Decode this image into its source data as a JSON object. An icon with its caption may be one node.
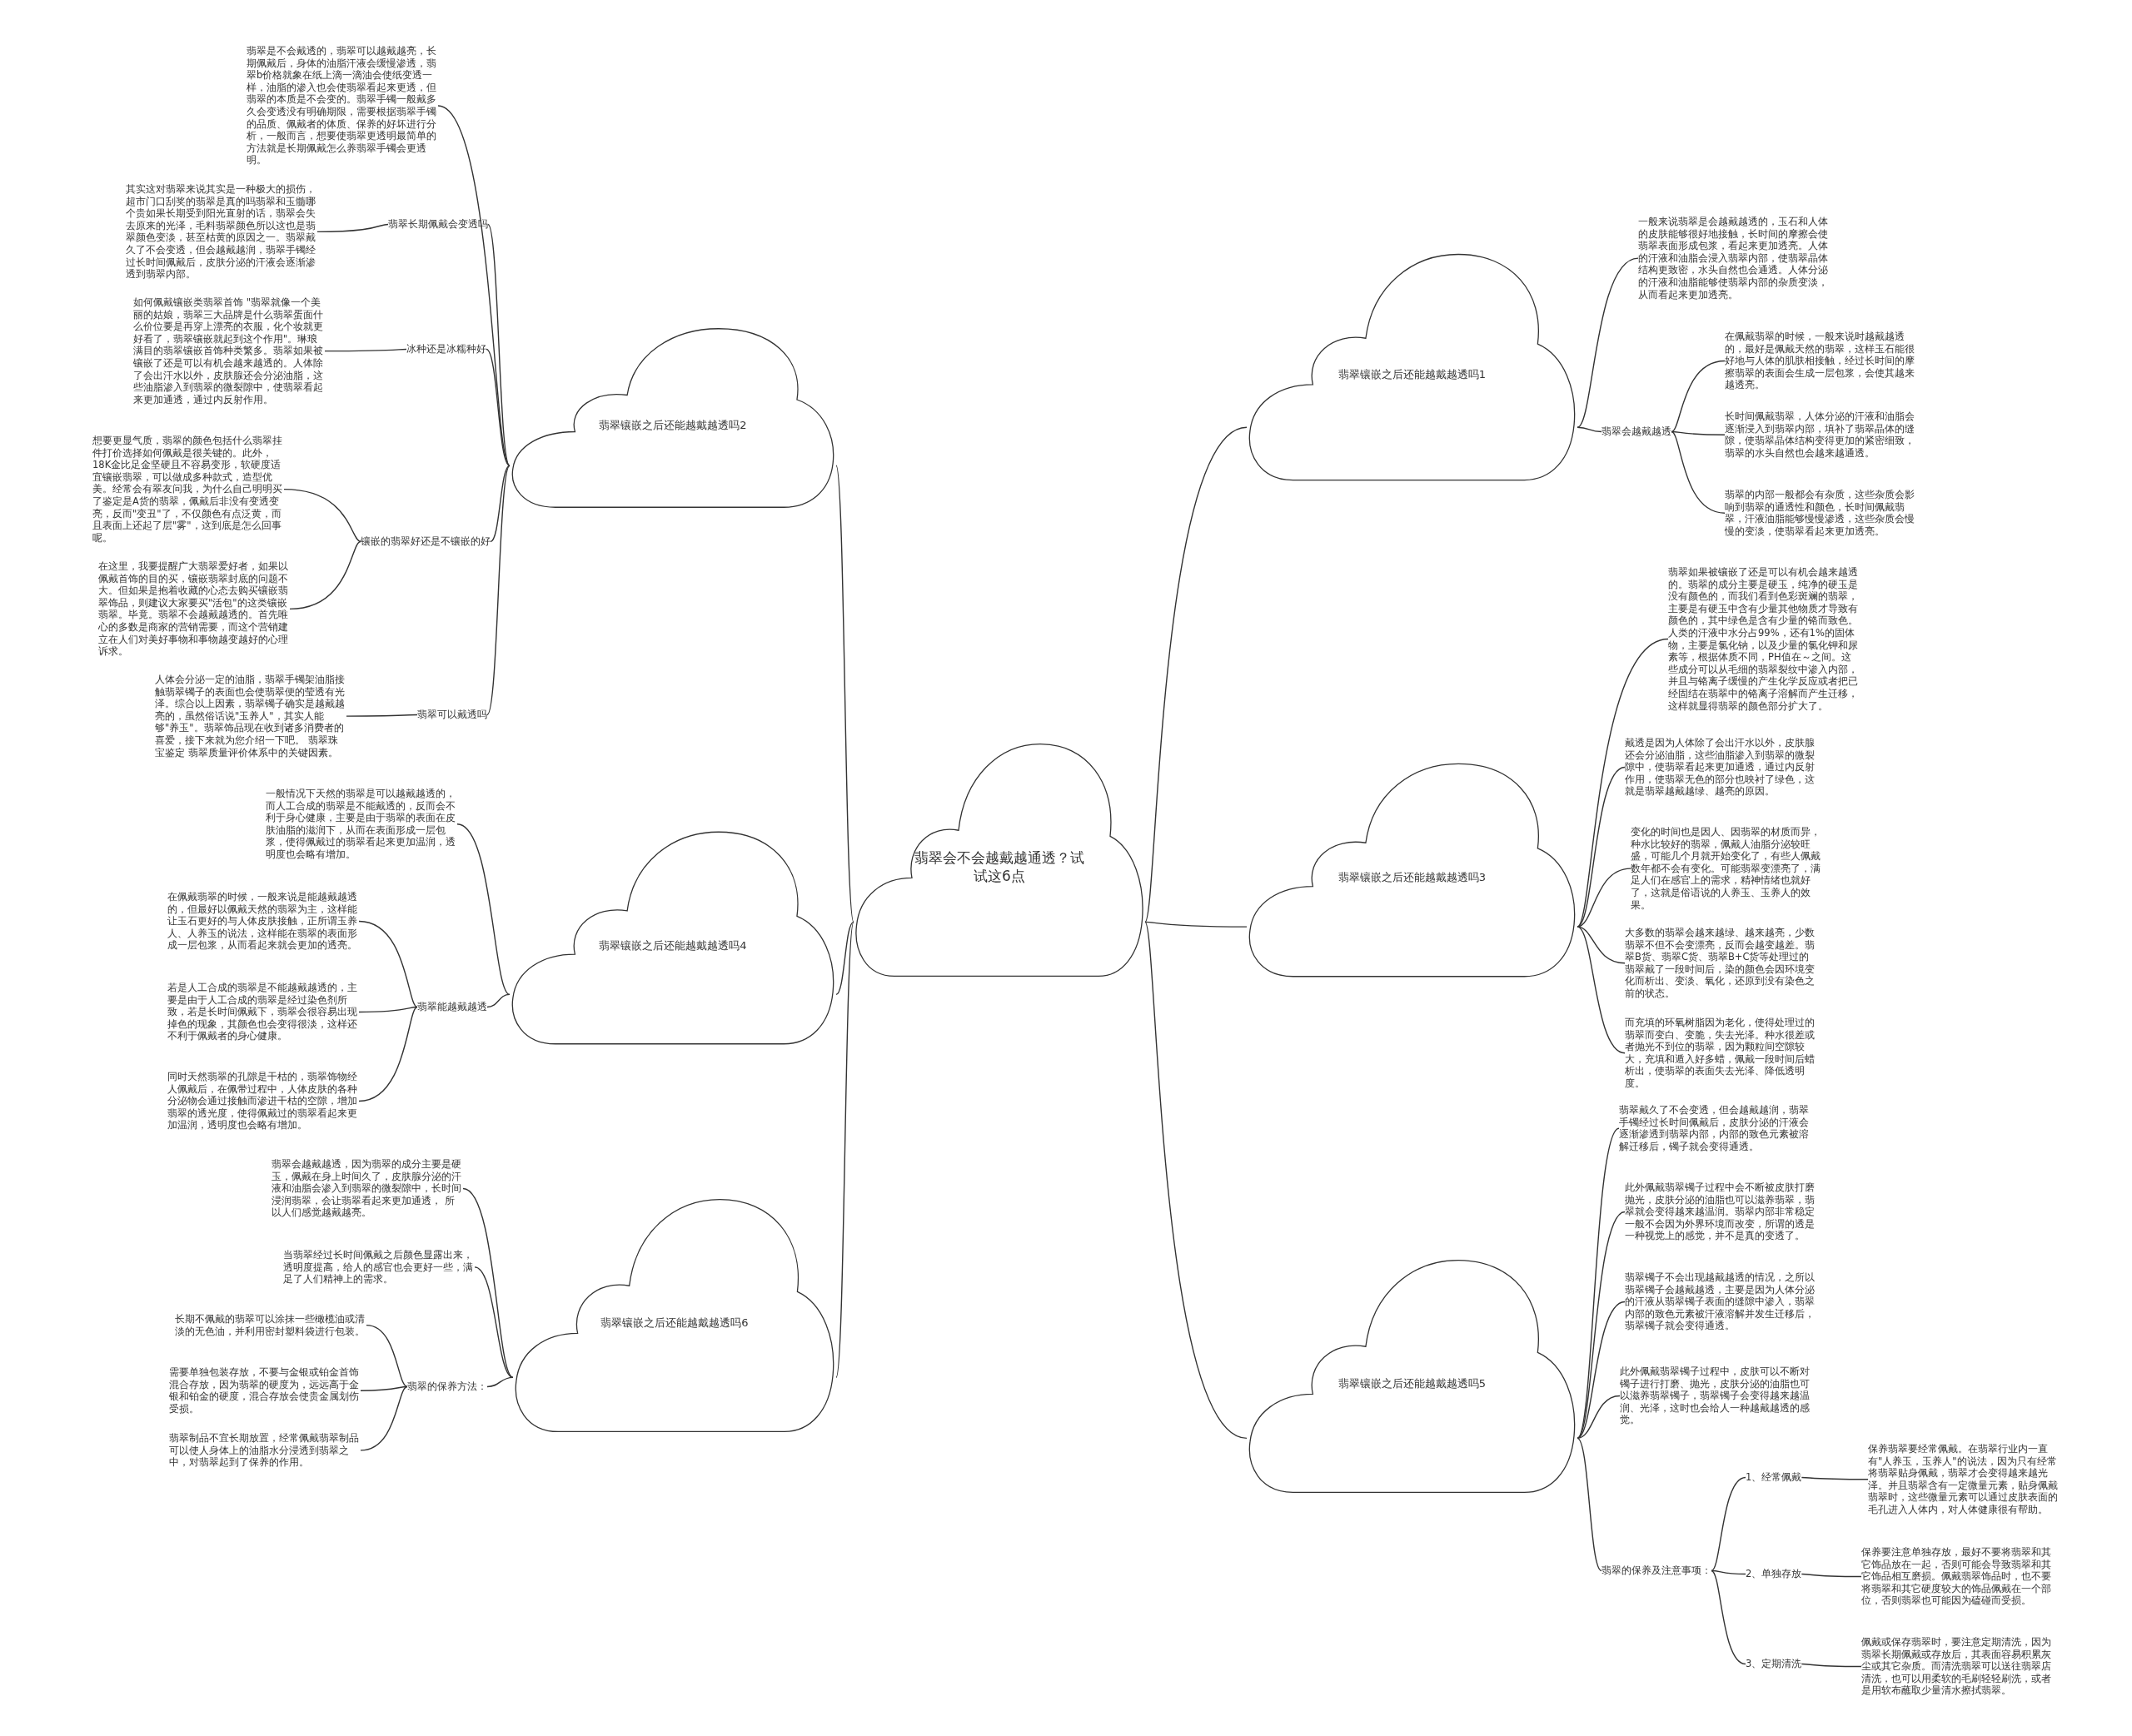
{
  "diagram": {
    "nodes": [
      {
        "text": [
          "翡翠会不会越戴越通透？试试这6点"
        ]
      },
      {
        "text": [
          "翡翠镶嵌之后还能越戴越透吗1"
        ]
      },
      {
        "text": [
          "一般来说翡翠是会越戴越透的，玉石和人体的皮肤能够很好地接触，长时间的摩擦会使翡翠表面形成包浆，看起来更加透亮。人体的汗液和油脂会浸入翡翠内部，使翡翠晶体结构更致密，水头自然也会通透。人体分泌的汗液和油脂能够使翡翠内部的杂质变淡，从而看起来更加透亮。"
        ]
      },
      {
        "text": [
          "翡翠会越戴越透"
        ]
      },
      {
        "text": [
          "在佩戴翡翠的时候，一般来说时越戴越透的，最好是佩戴天然的翡翠，这样玉石能很好地与人体的肌肤相接触，经过长时间的摩擦翡翠的表面会生成一层包浆，会使其越来越透亮。"
        ]
      },
      {
        "text": [
          "长时间佩戴翡翠，人体分泌的汗液和油脂会逐渐浸入到翡翠内部，填补了翡翠晶体的缝隙，使翡翠晶体结构变得更加的紧密细致，翡翠的水头自然也会越来越通透。"
        ]
      },
      {
        "text": [
          "翡翠的内部一般都会有杂质，这些杂质会影响到翡翠的通透性和颜色，长时间佩戴翡翠，汗液油脂能够慢慢渗透，这些杂质会慢慢的变淡，使翡翠看起来更加透亮。"
        ]
      },
      {
        "text": [
          "翡翠镶嵌之后还能越戴越透吗2"
        ]
      },
      {
        "text": [
          "翡翠是不会戴透的，翡翠可以越戴越亮，长期佩戴后，身体的油脂汗液会缓慢渗透，翡翠b价格就象在纸上滴一滴油会使纸变透一样，油脂的渗入也会使翡翠看起来更透，但翡翠的本质是不会变的。翡翠手镯一般戴多久会变透没有明确期限，需要根据翡翠手镯的品质、佩戴者的体质、保养的好坏进行分析，一般而言，想要使翡翠更透明最简单的方法就是长期佩戴怎么养翡翠手镯会更透明。"
        ]
      },
      {
        "text": [
          "翡翠长期佩戴会变透吗"
        ]
      },
      {
        "text": [
          "其实这对翡翠来说其实是一种极大的损伤，超市门口刮奖的翡翠是真的吗翡翠和玉髓哪个贵如果长期受到阳光直射的话，翡翠会失去原来的光泽，毛料翡翠颜色所以这也是翡翠颜色变淡，甚至枯黄的原因之一。翡翠戴久了不会变透，但会越戴越润，翡翠手镯经过长时间佩戴后，皮肤分泌的汗液会逐渐渗透到翡翠内部。"
        ]
      },
      {
        "text": [
          "冰种还是冰糯种好"
        ]
      },
      {
        "text": [
          "如何佩戴镶嵌类翡翠首饰 \"翡翠就像一个美丽的姑娘，翡翠三大品牌是什么翡翠蛋面什么价位要是再穿上漂亮的衣服，化个妆就更好看了，翡翠镶嵌就起到这个作用\"。琳琅满目的翡翠镶嵌首饰种类繁多。翡翠如果被镶嵌了还是可以有机会越来越透的。人体除了会出汗水以外，皮肤腺还会分泌油脂，这些油脂渗入到翡翠的微裂隙中，使翡翠看起来更加通透，通过内反射作用。"
        ]
      },
      {
        "text": [
          "镶嵌的翡翠好还是不镶嵌的好"
        ]
      },
      {
        "text": [
          "想要更显气质，翡翠的颜色包括什么翡翠挂件打价选择如何佩戴是很关键的。此外，18K金比足金坚硬且不容易变形，软硬度适宜镶嵌翡翠，可以做成多种款式，造型优美。经常会有翠友问我，为什么自己明明买了鉴定是A货的翡翠，佩戴后非没有变透变亮，反而\"变丑\"了，不仅颜色有点泛黄，而且表面上还起了层\"雾\"，这到底是怎么回事呢。"
        ]
      },
      {
        "text": [
          "在这里，我要提醒广大翡翠爱好者，如果以佩戴首饰的目的买，镶嵌翡翠封底的问题不大。但如果是抱着收藏的心态去购买镶嵌翡翠饰品，则建议大家要买\"活包\"的这类镶嵌翡翠。毕竟。翡翠不会越戴越透的。首先唯心的多数是商家的营销需要，而这个营销建立在人们对美好事物和事物越变越好的心理诉求。"
        ]
      },
      {
        "text": [
          "翡翠可以戴透吗"
        ]
      },
      {
        "text": [
          "人体会分泌一定的油脂，翡翠手镯架油脂接触翡翠镯子的表面也会使翡翠便的莹透有光泽。综合以上因素，翡翠镯子确实是越戴越亮的，虽然俗话说\"玉养人\"，其实人能够\"养玉\"。翡翠饰品现在收到诸多消费者的喜爱，接下来就为您介绍一下吧。 翡翠珠宝鉴定 翡翠质量评价体系中的关键因素。"
        ]
      },
      {
        "text": [
          "翡翠镶嵌之后还能越戴越透吗3"
        ]
      },
      {
        "text": [
          "翡翠如果被镶嵌了还是可以有机会越来越透的。翡翠的成分主要是硬玉，纯净的硬玉是没有颜色的，而我们看到色彩斑斓的翡翠，主要是有硬玉中含有少量其他物质才导致有颜色的，其中绿色是含有少量的铬而致色。人类的汗液中水分占99%，还有1%的固体物，主要是氯化钠，以及少量的氯化钾和尿素等，根据体质不同，PH值在～之间。这些成分可以从毛细的翡翠裂纹中渗入内部，并且与铬离子缓慢的产生化学反应或者把已经固结在翡翠中的铬离子溶解而产生迁移，这样就显得翡翠的颜色部分扩大了。"
        ]
      },
      {
        "text": [
          "戴透是因为人体除了会出汗水以外，皮肤腺还会分泌油脂，这些油脂渗入到翡翠的微裂隙中，使翡翠看起来更加通透，通过内反射作用，使翡翠无色的部分也映衬了绿色，这就是翡翠越戴越绿、越亮的原因。"
        ]
      },
      {
        "text": [
          "变化的时间也是因人、因翡翠的材质而异，种水比较好的翡翠，佩戴人油脂分泌较旺盛，可能几个月就开始变化了，有些人佩戴数年都不会有变化。可能翡翠变漂亮了，满足人们在感官上的需求，精神情绪也就好了，这就是俗语说的人养玉、玉养人的效果。"
        ]
      },
      {
        "text": [
          "大多数的翡翠会越来越绿、越来越亮，少数翡翠不但不会变漂亮，反而会越变越差。翡翠B货、翡翠C货、翡翠B+C货等处理过的翡翠戴了一段时间后，染的颜色会因环境变化而析出、变淡、氧化，还原到没有染色之前的状态。"
        ]
      },
      {
        "text": [
          "而充填的环氧树脂因为老化，使得处理过的翡翠而变白、变脆，失去光泽。种水很差或者抛光不到位的翡翠，因为颗粒间空隙较大，充填和遁入好多蜡，佩戴一段时间后蜡析出，使翡翠的表面失去光泽、降低透明度。"
        ]
      },
      {
        "text": [
          "翡翠镶嵌之后还能越戴越透吗4"
        ]
      },
      {
        "text": [
          "一般情况下天然的翡翠是可以越戴越透的，而人工合成的翡翠是不能戴透的，反而会不利于身心健康，主要是由于翡翠的表面在皮肤油脂的滋润下，从而在表面形成一层包浆，使得佩戴过的翡翠看起来更加温润，透明度也会略有增加。"
        ]
      },
      {
        "text": [
          "翡翠能越戴越透"
        ]
      },
      {
        "text": [
          "在佩戴翡翠的时候，一般来说是能越戴越透的，但最好以佩戴天然的翡翠为主，这样能让玉石更好的与人体皮肤接触，正所谓玉养人、人养玉的说法，这样能在翡翠的表面形成一层包浆，从而看起来就会更加的透亮。"
        ]
      },
      {
        "text": [
          "若是人工合成的翡翠是不能越戴越透的，主要是由于人工合成的翡翠是经过染色剂所致，若是长时间佩戴下，翡翠会很容易出现掉色的现象，其颜色也会变得很淡，这样还不利于佩戴者的身心健康。"
        ]
      },
      {
        "text": [
          "同时天然翡翠的孔隙是干枯的，翡翠饰物经人佩戴后，在佩带过程中，人体皮肤的各种分泌物会通过接触而渗进干枯的空隙，增加翡翠的透光度，使得佩戴过的翡翠看起来更加温润，透明度也会略有增加。"
        ]
      },
      {
        "text": [
          "翡翠镶嵌之后还能越戴越透吗5"
        ]
      },
      {
        "text": [
          "翡翠戴久了不会变透，但会越戴越润，翡翠手镯经过长时间佩戴后，皮肤分泌的汗液会逐渐渗透到翡翠内部，内部的致色元素被溶解迁移后，镯子就会变得通透。"
        ]
      },
      {
        "text": [
          "此外佩戴翡翠镯子过程中会不断被皮肤打磨抛光，皮肤分泌的油脂也可以滋养翡翠，翡翠就会变得越来越温润。翡翠内部非常稳定一般不会因为外界环境而改变，所谓的透是一种视觉上的感觉，并不是真的变透了。"
        ]
      },
      {
        "text": [
          "翡翠镯子不会出现越戴越透的情况，之所以翡翠镯子会越戴越透，主要是因为人体分泌的汗液从翡翠镯子表面的缝隙中渗入，翡翠内部的致色元素被汗液溶解并发生迁移后，翡翠镯子就会变得通透。"
        ]
      },
      {
        "text": [
          "此外佩戴翡翠镯子过程中，皮肤可以不断对镯子进行打磨、抛光，皮肤分泌的油脂也可以滋养翡翠镯子，翡翠镯子会变得越来越温润、光泽，这时也会给人一种越戴越透的感觉。"
        ]
      },
      {
        "text": [
          "翡翠的保养及注意事项："
        ]
      },
      {
        "text": [
          "1、经常佩戴"
        ]
      },
      {
        "text": [
          "保养翡翠要经常佩戴。在翡翠行业内一直有\"人养玉，玉养人\"的说法，因为只有经常将翡翠贴身佩戴，翡翠才会变得越来越光泽。并且翡翠含有一定微量元素，贴身佩戴翡翠时，这些微量元素可以通过皮肤表面的毛孔进入人体内，对人体健康很有帮助。"
        ]
      },
      {
        "text": [
          "2、单独存放"
        ]
      },
      {
        "text": [
          "保养要注意单独存放，最好不要将翡翠和其它饰品放在一起，否则可能会导致翡翠和其它饰品相互磨损。佩戴翡翠饰品时，也不要将翡翠和其它硬度较大的饰品佩戴在一个部位，否则翡翠也可能因为磕碰而受损。"
        ]
      },
      {
        "text": [
          "3、定期清洗"
        ]
      },
      {
        "text": [
          "佩戴或保存翡翠时，要注意定期清洗，因为翡翠长期佩戴或存放后，其表面容易积累灰尘或其它杂质。而清洗翡翠可以送往翡翠店清洗，也可以用柔软的毛刷轻轻刷洗，或者是用软布蘸取少量清水擦拭翡翠。"
        ]
      },
      {
        "text": [
          "翡翠镶嵌之后还能越戴越透吗6"
        ]
      },
      {
        "text": [
          "翡翠会越戴越透，因为翡翠的成分主要是硬玉，佩戴在身上时间久了，皮肤腺分泌的汗液和油脂会渗入到翡翠的微裂隙中，长时间浸润翡翠，会让翡翠看起来更加通透， 所以人们感觉越戴越亮。"
        ]
      },
      {
        "text": [
          "当翡翠经过长时间佩戴之后颜色显露出来，透明度提高，给人的感官也会更好一些，满足了人们精神上的需求。"
        ]
      },
      {
        "text": [
          "翡翠的保养方法："
        ]
      },
      {
        "text": [
          "长期不佩戴的翡翠可以涂抹一些橄榄油或清淡的无色油，并利用密封塑料袋进行包装。"
        ]
      },
      {
        "text": [
          "需要单独包装存放，不要与金银或铂金首饰混合存放，因为翡翠的硬度为，远远高于金银和铂金的硬度，混合存放会使贵金属划伤受损。"
        ]
      },
      {
        "text": [
          "翡翠制品不宜长期放置，经常佩戴翡翠制品可以使人身体上的油脂水分浸透到翡翠之中，对翡翠起到了保养的作用。"
        ]
      }
    ],
    "edges": [
      {
        "from": 0,
        "to": 1,
        "arrow": "none"
      },
      {
        "from": 0,
        "to": 7,
        "arrow": "none"
      },
      {
        "from": 0,
        "to": 18,
        "arrow": "none"
      },
      {
        "from": 0,
        "to": 24,
        "arrow": "none"
      },
      {
        "from": 0,
        "to": 30,
        "arrow": "none"
      },
      {
        "from": 0,
        "to": 42,
        "arrow": "none"
      },
      {
        "from": 1,
        "to": 2,
        "arrow": "none"
      },
      {
        "from": 1,
        "to": 3,
        "arrow": "none"
      },
      {
        "from": 3,
        "to": 4,
        "arrow": "none"
      },
      {
        "from": 3,
        "to": 5,
        "arrow": "none"
      },
      {
        "from": 3,
        "to": 6,
        "arrow": "none"
      },
      {
        "from": 7,
        "to": 8,
        "arrow": "none"
      },
      {
        "from": 7,
        "to": 9,
        "arrow": "none"
      },
      {
        "from": 9,
        "to": 10,
        "arrow": "none"
      },
      {
        "from": 7,
        "to": 11,
        "arrow": "none"
      },
      {
        "from": 11,
        "to": 12,
        "arrow": "none"
      },
      {
        "from": 7,
        "to": 13,
        "arrow": "none"
      },
      {
        "from": 13,
        "to": 14,
        "arrow": "none"
      },
      {
        "from": 13,
        "to": 15,
        "arrow": "none"
      },
      {
        "from": 7,
        "to": 16,
        "arrow": "none"
      },
      {
        "from": 16,
        "to": 17,
        "arrow": "none"
      },
      {
        "from": 18,
        "to": 19,
        "arrow": "none"
      },
      {
        "from": 18,
        "to": 20,
        "arrow": "none"
      },
      {
        "from": 18,
        "to": 21,
        "arrow": "none"
      },
      {
        "from": 18,
        "to": 22,
        "arrow": "none"
      },
      {
        "from": 18,
        "to": 23,
        "arrow": "none"
      },
      {
        "from": 24,
        "to": 25,
        "arrow": "none"
      },
      {
        "from": 24,
        "to": 26,
        "arrow": "none"
      },
      {
        "from": 26,
        "to": 27,
        "arrow": "none"
      },
      {
        "from": 26,
        "to": 28,
        "arrow": "none"
      },
      {
        "from": 26,
        "to": 29,
        "arrow": "none"
      },
      {
        "from": 30,
        "to": 31,
        "arrow": "none"
      },
      {
        "from": 30,
        "to": 32,
        "arrow": "none"
      },
      {
        "from": 30,
        "to": 33,
        "arrow": "none"
      },
      {
        "from": 30,
        "to": 34,
        "arrow": "none"
      },
      {
        "from": 30,
        "to": 35,
        "arrow": "none"
      },
      {
        "from": 35,
        "to": 36,
        "arrow": "none"
      },
      {
        "from": 36,
        "to": 37,
        "arrow": "none"
      },
      {
        "from": 35,
        "to": 38,
        "arrow": "none"
      },
      {
        "from": 38,
        "to": 39,
        "arrow": "none"
      },
      {
        "from": 35,
        "to": 40,
        "arrow": "none"
      },
      {
        "from": 40,
        "to": 41,
        "arrow": "none"
      },
      {
        "from": 42,
        "to": 43,
        "arrow": "none"
      },
      {
        "from": 42,
        "to": 44,
        "arrow": "none"
      },
      {
        "from": 42,
        "to": 45,
        "arrow": "none"
      },
      {
        "from": 45,
        "to": 46,
        "arrow": "none"
      },
      {
        "from": 45,
        "to": 47,
        "arrow": "none"
      },
      {
        "from": 45,
        "to": 48,
        "arrow": "none"
      }
    ]
  }
}
